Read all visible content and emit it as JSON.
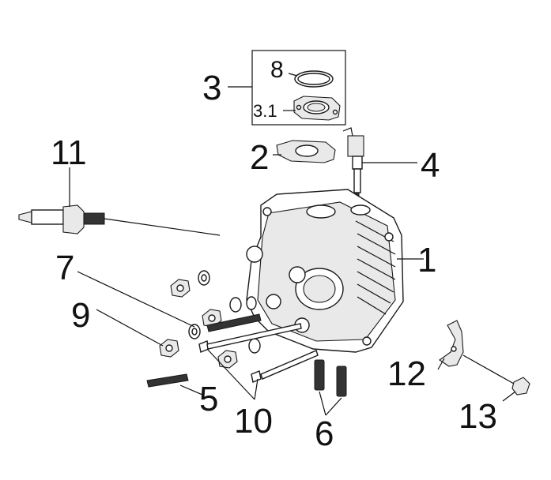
{
  "labels": {
    "p1": "1",
    "p2": "2",
    "p3": "3",
    "p3_1": "3.1",
    "p4": "4",
    "p5": "5",
    "p6": "6",
    "p7": "7",
    "p8": "8",
    "p9": "9",
    "p10": "10",
    "p11": "11",
    "p12": "12",
    "p13": "13"
  },
  "colors": {
    "ink": "#111111",
    "background": "#ffffff"
  }
}
